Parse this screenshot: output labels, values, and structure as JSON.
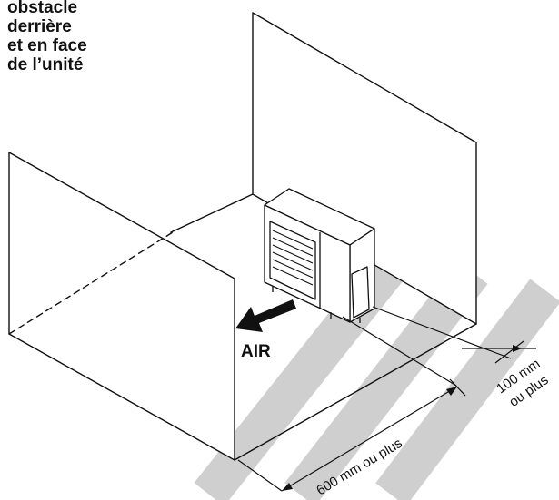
{
  "heading": {
    "lines": [
      "obstacle",
      "derrière",
      "et en face",
      "de l’unité"
    ]
  },
  "airflow": {
    "label": "AIR"
  },
  "dimensions": {
    "rear_clearance": {
      "value": "100 mm",
      "suffix": "ou plus"
    },
    "front_clearance": {
      "label": "600 mm ou plus"
    }
  },
  "colors": {
    "line": "#111111",
    "background": "#ffffff",
    "watermark": "#cfcfcf"
  }
}
